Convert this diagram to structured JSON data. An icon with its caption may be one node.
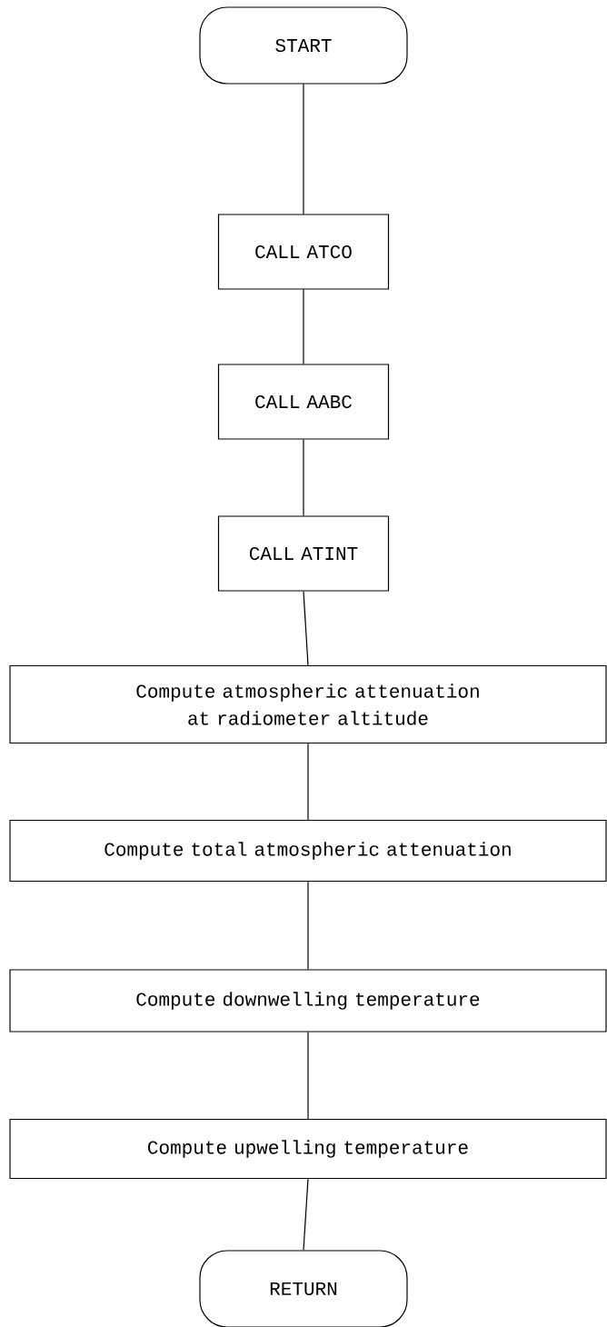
{
  "diagram": {
    "nodes": [
      {
        "text": [
          "START"
        ]
      },
      {
        "text": [
          "CALL ATCO"
        ]
      },
      {
        "text": [
          "CALL AABC"
        ]
      },
      {
        "text": [
          "CALL ATINT"
        ]
      },
      {
        "text": [
          "Compute atmospheric attenuation at radiometer altitude"
        ]
      },
      {
        "text": [
          "Compute total atmospheric attenuation"
        ]
      },
      {
        "text": [
          "Compute downwelling temperature"
        ]
      },
      {
        "text": [
          "Compute upwelling temperature"
        ]
      },
      {
        "text": [
          "RETURN"
        ]
      }
    ],
    "edges": [
      {
        "from": 0,
        "to": 1,
        "arrow": "none"
      },
      {
        "from": 1,
        "to": 2,
        "arrow": "none"
      },
      {
        "from": 2,
        "to": 3,
        "arrow": "none"
      },
      {
        "from": 3,
        "to": 4,
        "arrow": "none"
      },
      {
        "from": 4,
        "to": 5,
        "arrow": "none"
      },
      {
        "from": 5,
        "to": 6,
        "arrow": "none"
      },
      {
        "from": 6,
        "to": 7,
        "arrow": "none"
      },
      {
        "from": 7,
        "to": 8,
        "arrow": "none"
      }
    ]
  }
}
